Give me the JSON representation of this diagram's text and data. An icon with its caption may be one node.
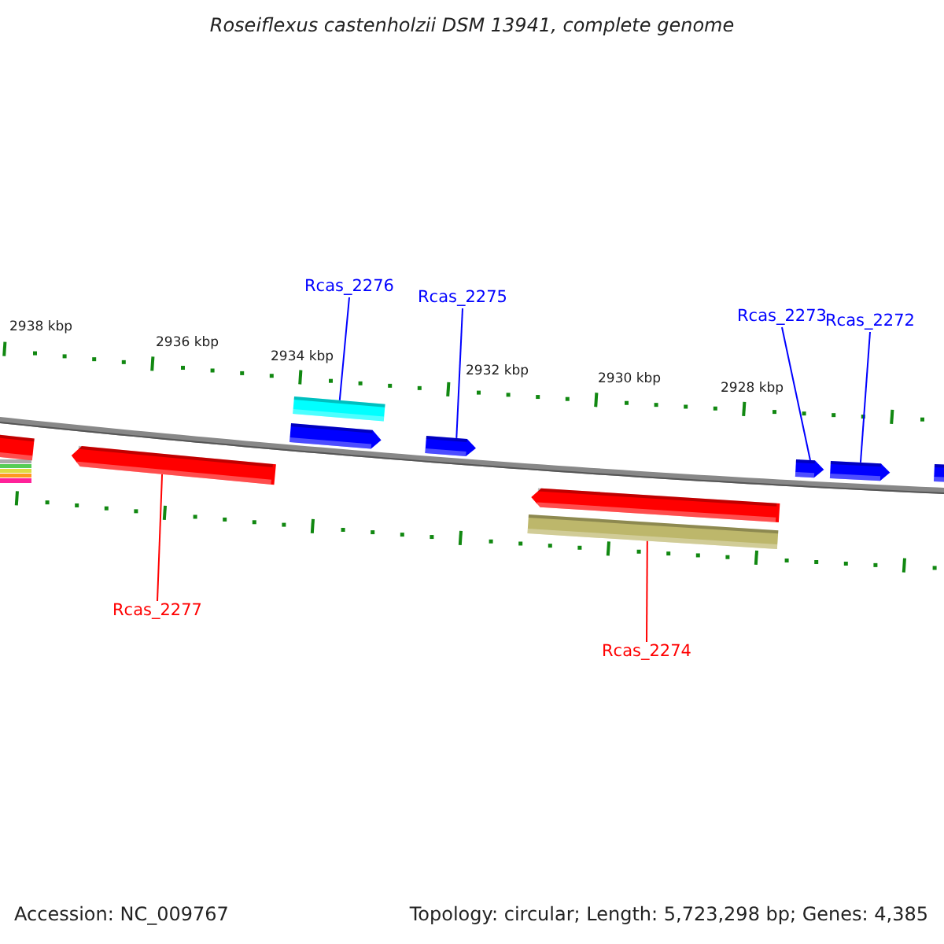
{
  "diagram": {
    "title": "Roseiflexus castenholzii DSM 13941, complete genome",
    "nodes": [
      {
        "text": [
          "Rcas_2276"
        ]
      },
      {
        "text": [
          "Rcas_2275"
        ]
      },
      {
        "text": [
          "Rcas_2273"
        ]
      },
      {
        "text": [
          "Rcas_2272"
        ]
      },
      {
        "text": [
          "Rcas_2277"
        ]
      },
      {
        "text": [
          "Rcas_2274"
        ]
      },
      {
        "text": [],
        "shape": "bar"
      },
      {
        "text": [],
        "shape": "arrow"
      },
      {
        "text": [],
        "shape": "bar"
      },
      {
        "text": [],
        "shape": "arrow"
      },
      {
        "text": [],
        "shape": "arrow"
      },
      {
        "text": [],
        "shape": "arrow"
      },
      {
        "text": [],
        "shape": "bar"
      },
      {
        "text": [],
        "shape": "arrow"
      },
      {
        "text": [],
        "shape": "arrow"
      },
      {
        "text": [],
        "shape": "bar"
      }
    ],
    "edges": [
      {
        "from": 0,
        "to": 8,
        "arrow": "none"
      },
      {
        "from": 1,
        "to": 10,
        "arrow": "none"
      },
      {
        "from": 2,
        "to": 13,
        "arrow": "none"
      },
      {
        "from": 3,
        "to": 14,
        "arrow": "none"
      },
      {
        "from": 4,
        "to": 7,
        "arrow": "none",
        "color": "#ff0000"
      },
      {
        "from": 5,
        "to": 12,
        "arrow": "none",
        "color": "#ff0000"
      }
    ],
    "labels": [
      "2938 kbp",
      "2936 kbp",
      "2934 kbp",
      "2932 kbp",
      "2930 kbp",
      "2928 kbp",
      "Accession: NC_009767",
      "Topology: circular; Length: 5,723,298 bp; Genes: 4,385"
    ]
  }
}
